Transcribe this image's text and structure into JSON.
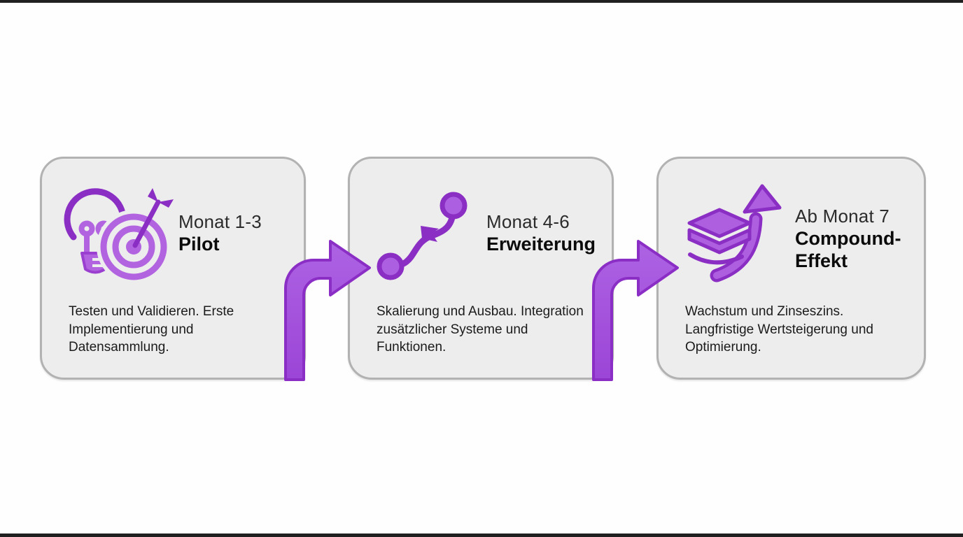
{
  "meta": {
    "type": "roadmap-infographic",
    "language": "de",
    "phase_count": 3
  },
  "colors": {
    "background": "#fefefe",
    "edge_bar": "#202020",
    "card_background": "#eeedee",
    "card_border": "#b3b2b3",
    "arrow_fill": "#a55ade",
    "arrow_outline": "#8b2fc4",
    "icon_purple_dark": "#8b2fc4",
    "icon_purple_light": "#b264e0",
    "period_text": "#2b2b2b",
    "title_text": "#0b0b0b",
    "body_text": "#1b1b1b"
  },
  "cards": [
    {
      "icon": "lightbulb-target-icon",
      "period": "Monat 1-3",
      "title": "Pilot",
      "description": "Testen und Validieren. Erste Implementierung und Datensammlung."
    },
    {
      "icon": "route-icon",
      "period": "Monat 4-6",
      "title": "Erweiterung",
      "description": "Skalierung und Ausbau. Integration zusätzlicher Systeme und Funktionen."
    },
    {
      "icon": "layers-growth-icon",
      "period": "Ab Monat 7",
      "title": "Compound-Effekt",
      "description": "Wachstum und Zinseszins. Langfristige Wertsteigerung und Optimierung."
    }
  ],
  "connectors": [
    {
      "name": "arrow-card1-to-card2",
      "shape": "elbow-up-right"
    },
    {
      "name": "arrow-card2-to-card3",
      "shape": "elbow-up-right"
    }
  ]
}
